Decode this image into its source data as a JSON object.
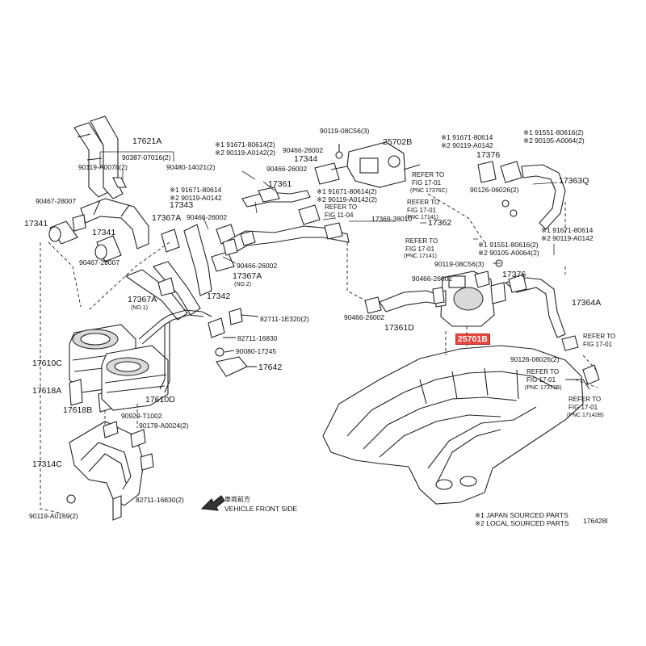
{
  "labels": {
    "p17621A": "17621A",
    "p90387": "90387-07016(2)",
    "p90119a78": "90119-A0078(2)",
    "p90480": "90480-14021(2)",
    "p90467_28007_a": "90467-28007",
    "p17341_a": "17341",
    "p17341_b": "17341",
    "p90467_28007_b": "90467-28007",
    "p17343": "17343",
    "p17367A_a": "17367A",
    "p90466_a": "90466-26002",
    "p90466_b": "90466-26002",
    "p17367A_b": "17367A",
    "p17367A_b_note": "(NO.2)",
    "p17342": "17342",
    "p17367A_c": "17367A",
    "p17367A_c_note": "(NO.1)",
    "p82711_1e": "82711-1E320(2)",
    "p82711_16830_a": "82711-16830",
    "p90080": "90080-17245",
    "p17642": "17642",
    "p17610C": "17610C",
    "p17618A": "17618A",
    "p17618B": "17618B",
    "p17610D": "17610D",
    "p90929": "90929-T1002",
    "p90178": "90178-A0024(2)",
    "p17314C": "17314C",
    "p82711_16830_b": "82711-16830(2)",
    "p90119_a169": "90119-A0169(2)",
    "vehicle_front_ja": "車両前方",
    "vehicle_front_en": "VEHICLE FRONT SIDE",
    "p91671_a": "※1 91671-80614(2)",
    "p90119_a142_a": "※2 90119-A0142(2)",
    "p90466_c": "90466-26002",
    "p90466_d": "90466-26002",
    "p17344": "17344",
    "p25702B": "25702B",
    "p90119_08c56_a": "90119-08C56(3)",
    "p17361": "17361",
    "p91671_b": "※1 91671-80614",
    "p90119_a142_b": "※2 90119-A0142",
    "p91671_c": "※1 91671-80614(2)",
    "p90119_a142_c": "※2 90119-A0142(2)",
    "ref_fig_11_04_a": "REFER TO",
    "ref_fig_11_04_b": "FIG 11-04",
    "p17369": "17369-38010",
    "p17362": "17362",
    "ref_17376c_a": "REFER TO",
    "ref_17376c_b": "FIG 17-01",
    "ref_17376c_c": "(PNC 17376C)",
    "ref_17141_a": "REFER TO",
    "ref_17141_b": "FIG 17-01",
    "ref_17141_c": "(PNC 17141)",
    "ref_17141_d": "REFER TO",
    "ref_17141_e": "FIG 17-01",
    "ref_17141_f": "(PNC 17141)",
    "p91671_d": "※1 91671-80614",
    "p90119_a142_d": "※2 90119-A0142",
    "p91551_a": "※1 91551-80616(2)",
    "p90105_a": "※2 90105-A0064(2)",
    "p17376_a": "17376",
    "p17363Q": "17363Q",
    "p90126_a": "90126-06026(2)",
    "p91671_e": "※1 91671-80614",
    "p90119_a142_e": "※2 90119-A0142",
    "p91551_b": "※1 91551-80616(2)",
    "p90105_b": "※2 90105-A0064(2)",
    "p90119_08c56_b": "90119-08C56(3)",
    "p90466_e": "90466-26002",
    "p17376_b": "17376",
    "p17364A": "17364A",
    "p90466_f": "90466-26002",
    "p17361D": "17361D",
    "p25701B": "25701B",
    "ref_17_01_a1": "REFER TO",
    "ref_17_01_a2": "FIG 17-01",
    "p90126_b": "90126-06026(2)",
    "ref_17377b_a": "REFER TO",
    "ref_17377b_b": "FIG 17-01",
    "ref_17377b_c": "(PNC 17377B)",
    "ref_17142b_a": "REFER TO",
    "ref_17142b_b": "FIG 17-01",
    "ref_17142b_c": "(PNC 17142B)",
    "legend_1": "※1 JAPAN SOURCED PARTS",
    "legend_2": "※2 LOCAL SOURCED PARTS",
    "figure_id": "176428I"
  },
  "colors": {
    "line": "#222222",
    "highlight": "#e8463f",
    "highlight_text": "#ffffff"
  }
}
